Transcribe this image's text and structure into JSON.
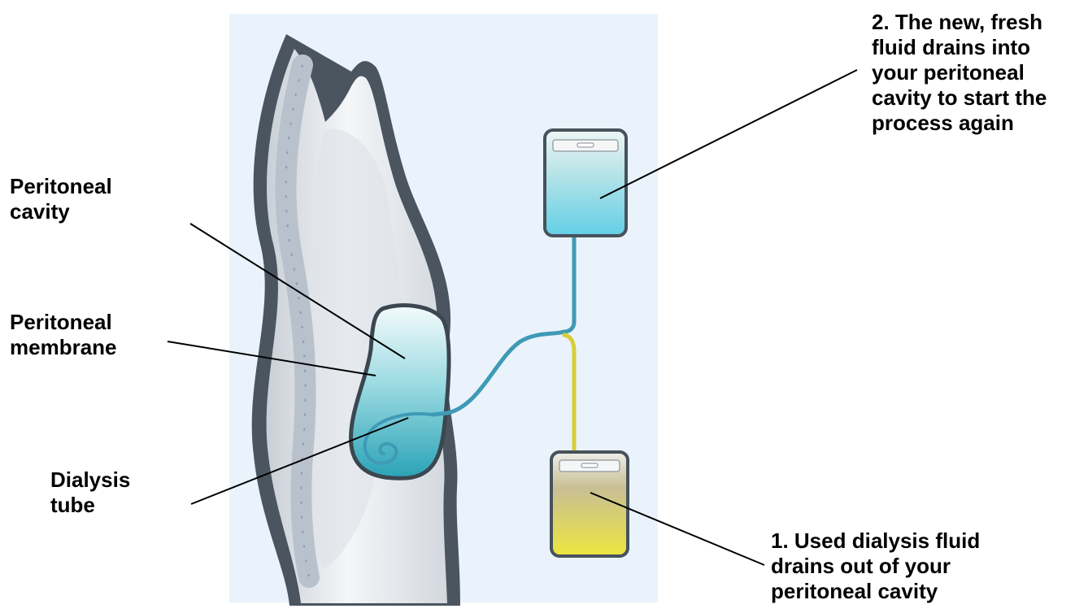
{
  "labels": {
    "peritoneal_cavity": "Peritoneal\ncavity",
    "peritoneal_membrane": "Peritoneal\nmembrane",
    "dialysis_tube": "Dialysis\ntube",
    "fresh_fluid": "2. The new, fresh\nfluid drains into\nyour peritoneal\ncavity to start the\nprocess again",
    "used_fluid": "1. Used dialysis fluid\ndrains out of your\nperitoneal cavity"
  },
  "colors": {
    "panel_background": "#eaf3fb",
    "body_outline": "#4a5560",
    "fresh_fluid": "#7fd3e2",
    "used_fluid": "#e4dc4a",
    "tube_fresh": "#3f9ab6",
    "tube_used": "#d8cd3a",
    "leader_lines": "#000000"
  }
}
